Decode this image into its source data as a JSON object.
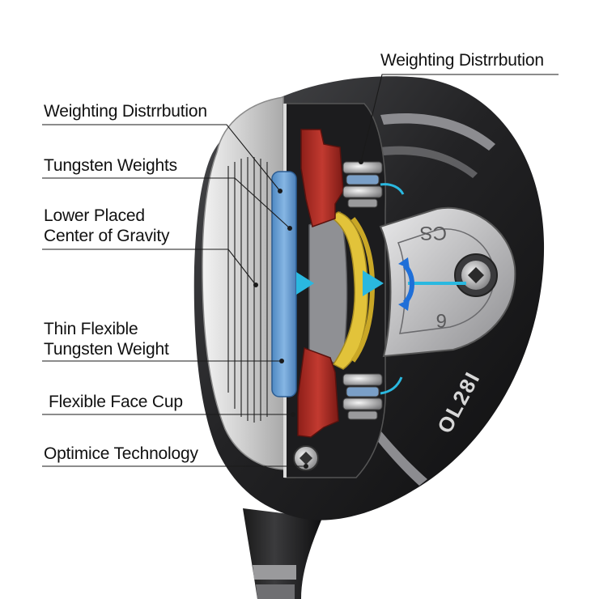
{
  "labels": {
    "weighting_right": "Weighting Distrrbution",
    "weighting_left": "Weighting Distrrbution",
    "tungsten_weights": "Tungsten Weights",
    "lower_cg_line1": "Lower Placed",
    "lower_cg_line2": "Center of Gravity",
    "thin_flexible_line1": "Thin Flexible",
    "thin_flexible_line2": "Tungsten Weight",
    "face_cup": "Flexible Face Cup",
    "optimice": "Optimice Technology"
  },
  "club_markings": {
    "model": "OL28I",
    "top_badge": "CS",
    "bottom_badge": "6"
  },
  "colors": {
    "face_weight": "#6fa3d6",
    "inner_red": "#b8322a",
    "yellow_layer": "#e2c33a",
    "arrow_cyan": "#2ab8e0",
    "arrow_blue": "#1f6fd8",
    "crown": "#2b2b2d",
    "face_silver": "#cfcfcf"
  }
}
